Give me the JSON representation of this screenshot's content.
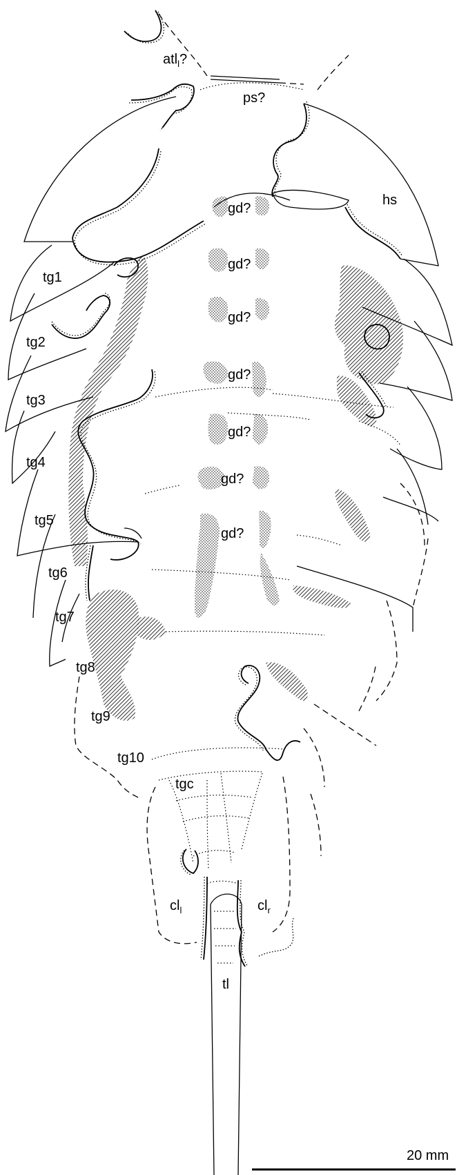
{
  "labels": {
    "atl": "atl",
    "atl_sub": "l",
    "atl_suffix": "?",
    "ps": "ps?",
    "hs": "hs",
    "gd": "gd?",
    "tg1": "tg1",
    "tg2": "tg2",
    "tg3": "tg3",
    "tg4": "tg4",
    "tg5": "tg5",
    "tg6": "tg6",
    "tg7": "tg7",
    "tg8": "tg8",
    "tg9": "tg9",
    "tg10": "tg10",
    "tgc": "tgc",
    "cl": "cl",
    "cl_left_sub": "l",
    "cl_right_sub": "r",
    "tl": "tl"
  },
  "scale_bar": {
    "label": "20 mm"
  }
}
